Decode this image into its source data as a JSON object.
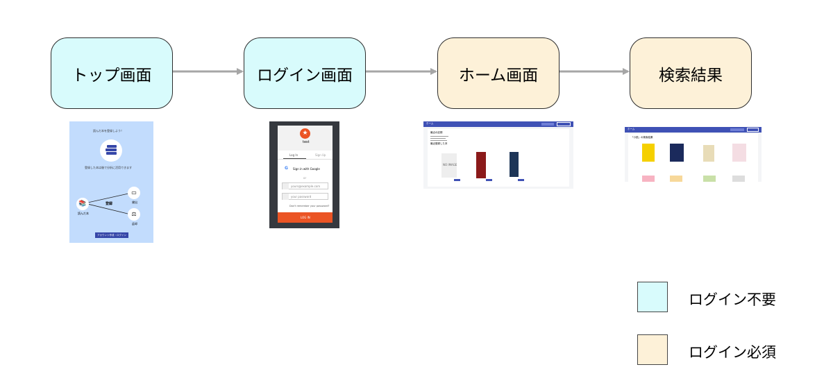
{
  "flow": {
    "nodes": [
      {
        "label": "トップ画面",
        "type": "login-free"
      },
      {
        "label": "ログイン画面",
        "type": "login-free"
      },
      {
        "label": "ホーム画面",
        "type": "login-required"
      },
      {
        "label": "検索結果",
        "type": "login-required"
      }
    ]
  },
  "colors": {
    "login_free": "#d8fbfc",
    "login_required": "#fdf1d8",
    "arrow": "#a6a6a6"
  },
  "thumbnails": {
    "top": {
      "heading": "読んだ本を登録しよう！",
      "desc": "登録した本は後で分析に活用できます",
      "center_node": "読んだ本",
      "arrow_label": "登録",
      "node_a": "貸出",
      "node_b": "返却",
      "button": "アカウント作成・ログイン"
    },
    "login": {
      "title": "test",
      "tab_login": "Log In",
      "tab_signup": "Sign Up",
      "google": "Sign in with Google",
      "or": "or",
      "email_placeholder": "yours@example.com",
      "password_placeholder": "your password",
      "forgot": "Don't remember your password?",
      "submit": "LOG IN"
    },
    "home": {
      "header": "ホーム",
      "section1": "最近の記録",
      "section2": "最近登録した本",
      "books": [
        {
          "cover": "NO IMAGE"
        },
        {
          "cover": ""
        },
        {
          "cover": ""
        }
      ]
    },
    "search": {
      "header": "ホーム",
      "title": "「小説」の検索結果"
    }
  },
  "legend": [
    {
      "label": "ログイン不要",
      "color": "#d8fbfc"
    },
    {
      "label": "ログイン必須",
      "color": "#fdf1d8"
    }
  ]
}
